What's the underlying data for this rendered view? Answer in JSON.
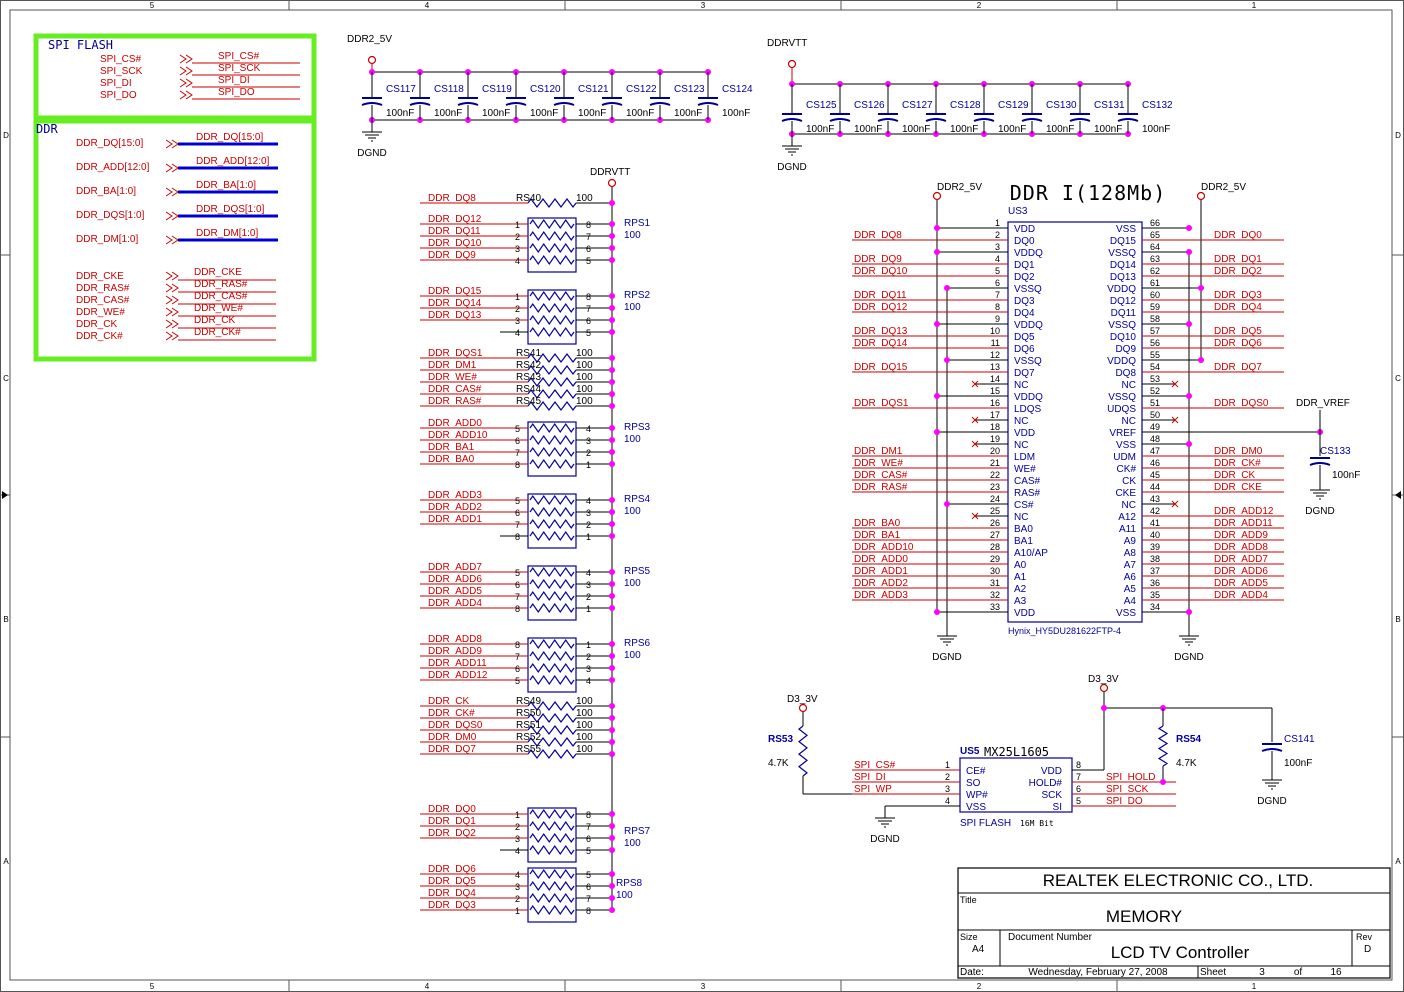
{
  "border": {
    "cols": [
      "5",
      "4",
      "3",
      "2",
      "1"
    ],
    "rows": [
      "D",
      "C",
      "B",
      "A"
    ]
  },
  "spi_box": {
    "title": "SPI FLASH",
    "ports": [
      "SPI_CS#",
      "SPI_SCK",
      "SPI_DI",
      "SPI_DO"
    ]
  },
  "ddr_box": {
    "title": "DDR",
    "bus_ports": [
      {
        "port": "DDR_DQ[15:0]",
        "net": "DDR_DQ[15:0]"
      },
      {
        "port": "DDR_ADD[12:0]",
        "net": "DDR_ADD[12:0]"
      },
      {
        "port": "DDR_BA[1:0]",
        "net": "DDR_BA[1:0]"
      },
      {
        "port": "DDR_DQS[1:0]",
        "net": "DDR_DQS[1:0]"
      },
      {
        "port": "DDR_DM[1:0]",
        "net": "DDR_DM[1:0]"
      }
    ],
    "ctrl_ports": [
      "DDR_CKE",
      "DDR_RAS#",
      "DDR_CAS#",
      "DDR_WE#",
      "DDR_CK",
      "DDR_CK#"
    ]
  },
  "decoupling": {
    "group1": {
      "rail": "DDR2_5V",
      "ground": "DGND",
      "caps": [
        "CS117",
        "CS118",
        "CS119",
        "CS120",
        "CS121",
        "CS122",
        "CS123",
        "CS124"
      ],
      "value": "100nF"
    },
    "group2": {
      "rail": "DDRVTT",
      "ground": "DGND",
      "caps": [
        "CS125",
        "CS126",
        "CS127",
        "CS128",
        "CS129",
        "CS130",
        "CS131",
        "CS132"
      ],
      "value": "100nF"
    }
  },
  "termination": {
    "rail": "DDRVTT",
    "rs40": {
      "ref": "RS40",
      "value": "100",
      "net": "DDR_DQ8"
    },
    "rps": [
      {
        "ref": "RPS1",
        "value": "100",
        "nets": [
          "DDR_DQ12",
          "DDR_DQ11",
          "DDR_DQ10",
          "DDR_DQ9"
        ],
        "lpins": [
          "1",
          "2",
          "3",
          "4"
        ],
        "rpins": [
          "8",
          "7",
          "6",
          "5"
        ]
      },
      {
        "ref": "RPS2",
        "value": "100",
        "nets": [
          "DDR_DQ15",
          "DDR_DQ14",
          "DDR_DQ13",
          ""
        ],
        "lpins": [
          "1",
          "2",
          "3",
          "4"
        ],
        "rpins": [
          "8",
          "7",
          "6",
          "5"
        ]
      },
      {
        "ref": "RPS3",
        "value": "100",
        "nets": [
          "DDR_ADD0",
          "DDR_ADD10",
          "DDR_BA1",
          "DDR_BA0"
        ],
        "lpins": [
          "5",
          "6",
          "7",
          "8"
        ],
        "rpins": [
          "4",
          "3",
          "2",
          "1"
        ]
      },
      {
        "ref": "RPS4",
        "value": "100",
        "nets": [
          "DDR_ADD3",
          "DDR_ADD2",
          "DDR_ADD1",
          ""
        ],
        "lpins": [
          "5",
          "6",
          "7",
          "8"
        ],
        "rpins": [
          "4",
          "3",
          "2",
          "1"
        ]
      },
      {
        "ref": "RPS5",
        "value": "100",
        "nets": [
          "DDR_ADD7",
          "DDR_ADD6",
          "DDR_ADD5",
          "DDR_ADD4"
        ],
        "lpins": [
          "5",
          "6",
          "7",
          "8"
        ],
        "rpins": [
          "4",
          "3",
          "2",
          "1"
        ]
      },
      {
        "ref": "RPS6",
        "value": "100",
        "nets": [
          "DDR_ADD8",
          "DDR_ADD9",
          "DDR_ADD11",
          "DDR_ADD12"
        ],
        "lpins": [
          "8",
          "7",
          "6",
          "5"
        ],
        "rpins": [
          "1",
          "2",
          "3",
          "4"
        ]
      },
      {
        "ref": "RPS7",
        "value": "100",
        "nets": [
          "DDR_DQ0",
          "DDR_DQ1",
          "DDR_DQ2",
          ""
        ],
        "lpins": [
          "1",
          "2",
          "3",
          "4"
        ],
        "rpins": [
          "8",
          "7",
          "6",
          "5"
        ]
      },
      {
        "ref": "RPS8",
        "value": "100",
        "nets": [
          "DDR_DQ6",
          "DDR_DQ5",
          "DDR_DQ4",
          "DDR_DQ3"
        ],
        "lpins": [
          "4",
          "3",
          "2",
          "1"
        ],
        "rpins": [
          "5",
          "6",
          "7",
          "8"
        ]
      }
    ],
    "singles1": [
      {
        "ref": "RS41",
        "value": "100",
        "net": "DDR_DQS1"
      },
      {
        "ref": "RS42",
        "value": "100",
        "net": "DDR_DM1"
      },
      {
        "ref": "RS43",
        "value": "100",
        "net": "DDR_WE#"
      },
      {
        "ref": "RS44",
        "value": "100",
        "net": "DDR_CAS#"
      },
      {
        "ref": "RS45",
        "value": "100",
        "net": "DDR_RAS#"
      }
    ],
    "singles2": [
      {
        "ref": "RS49",
        "value": "100",
        "net": "DDR_CK"
      },
      {
        "ref": "RS50",
        "value": "100",
        "net": "DDR_CK#"
      },
      {
        "ref": "RS51",
        "value": "100",
        "net": "DDR_DQS0"
      },
      {
        "ref": "RS52",
        "value": "100",
        "net": "DDR_DM0"
      },
      {
        "ref": "RS55",
        "value": "100",
        "net": "DDR_DQ7"
      }
    ]
  },
  "ddr_chip": {
    "title": "DDR I(128Mb)",
    "ref": "US3",
    "part": "Hynix_HY5DU281622FTP-4",
    "rail_left": "DDR2_5V",
    "rail_right": "DDR2_5V",
    "gnd_left": "DGND",
    "gnd_right": "DGND",
    "left_pins": [
      {
        "num": "1",
        "name": "VDD",
        "net": ""
      },
      {
        "num": "2",
        "name": "DQ0",
        "net": "DDR_DQ8"
      },
      {
        "num": "3",
        "name": "VDDQ",
        "net": ""
      },
      {
        "num": "4",
        "name": "DQ1",
        "net": "DDR_DQ9"
      },
      {
        "num": "5",
        "name": "DQ2",
        "net": "DDR_DQ10"
      },
      {
        "num": "6",
        "name": "VSSQ",
        "net": ""
      },
      {
        "num": "7",
        "name": "DQ3",
        "net": "DDR_DQ11"
      },
      {
        "num": "8",
        "name": "DQ4",
        "net": "DDR_DQ12"
      },
      {
        "num": "9",
        "name": "VDDQ",
        "net": ""
      },
      {
        "num": "10",
        "name": "DQ5",
        "net": "DDR_DQ13"
      },
      {
        "num": "11",
        "name": "DQ6",
        "net": "DDR_DQ14"
      },
      {
        "num": "12",
        "name": "VSSQ",
        "net": ""
      },
      {
        "num": "13",
        "name": "DQ7",
        "net": "DDR_DQ15"
      },
      {
        "num": "14",
        "name": "NC",
        "net": ""
      },
      {
        "num": "15",
        "name": "VDDQ",
        "net": ""
      },
      {
        "num": "16",
        "name": "LDQS",
        "net": "DDR_DQS1"
      },
      {
        "num": "17",
        "name": "NC",
        "net": ""
      },
      {
        "num": "18",
        "name": "VDD",
        "net": ""
      },
      {
        "num": "19",
        "name": "NC",
        "net": ""
      },
      {
        "num": "20",
        "name": "LDM",
        "net": "DDR_DM1"
      },
      {
        "num": "21",
        "name": "WE#",
        "net": "DDR_WE#"
      },
      {
        "num": "22",
        "name": "CAS#",
        "net": "DDR_CAS#"
      },
      {
        "num": "23",
        "name": "RAS#",
        "net": "DDR_RAS#"
      },
      {
        "num": "24",
        "name": "CS#",
        "net": ""
      },
      {
        "num": "25",
        "name": "NC",
        "net": ""
      },
      {
        "num": "26",
        "name": "BA0",
        "net": "DDR_BA0"
      },
      {
        "num": "27",
        "name": "BA1",
        "net": "DDR_BA1"
      },
      {
        "num": "28",
        "name": "A10/AP",
        "net": "DDR_ADD10"
      },
      {
        "num": "29",
        "name": "A0",
        "net": "DDR_ADD0"
      },
      {
        "num": "30",
        "name": "A1",
        "net": "DDR_ADD1"
      },
      {
        "num": "31",
        "name": "A2",
        "net": "DDR_ADD2"
      },
      {
        "num": "32",
        "name": "A3",
        "net": "DDR_ADD3"
      },
      {
        "num": "33",
        "name": "VDD",
        "net": ""
      }
    ],
    "right_pins": [
      {
        "num": "66",
        "name": "VSS",
        "net": ""
      },
      {
        "num": "65",
        "name": "DQ15",
        "net": "DDR_DQ0"
      },
      {
        "num": "64",
        "name": "VSSQ",
        "net": ""
      },
      {
        "num": "63",
        "name": "DQ14",
        "net": "DDR_DQ1"
      },
      {
        "num": "62",
        "name": "DQ13",
        "net": "DDR_DQ2"
      },
      {
        "num": "61",
        "name": "VDDQ",
        "net": ""
      },
      {
        "num": "60",
        "name": "DQ12",
        "net": "DDR_DQ3"
      },
      {
        "num": "59",
        "name": "DQ11",
        "net": "DDR_DQ4"
      },
      {
        "num": "58",
        "name": "VSSQ",
        "net": ""
      },
      {
        "num": "57",
        "name": "DQ10",
        "net": "DDR_DQ5"
      },
      {
        "num": "56",
        "name": "DQ9",
        "net": "DDR_DQ6"
      },
      {
        "num": "55",
        "name": "VDDQ",
        "net": ""
      },
      {
        "num": "54",
        "name": "DQ8",
        "net": "DDR_DQ7"
      },
      {
        "num": "53",
        "name": "NC",
        "net": ""
      },
      {
        "num": "52",
        "name": "VSSQ",
        "net": ""
      },
      {
        "num": "51",
        "name": "UDQS",
        "net": "DDR_DQS0"
      },
      {
        "num": "50",
        "name": "NC",
        "net": ""
      },
      {
        "num": "49",
        "name": "VREF",
        "net": ""
      },
      {
        "num": "48",
        "name": "VSS",
        "net": ""
      },
      {
        "num": "47",
        "name": "UDM",
        "net": "DDR_DM0"
      },
      {
        "num": "46",
        "name": "CK#",
        "net": "DDR_CK#"
      },
      {
        "num": "45",
        "name": "CK",
        "net": "DDR_CK"
      },
      {
        "num": "44",
        "name": "CKE",
        "net": "DDR_CKE"
      },
      {
        "num": "43",
        "name": "NC",
        "net": ""
      },
      {
        "num": "42",
        "name": "A12",
        "net": "DDR_ADD12"
      },
      {
        "num": "41",
        "name": "A11",
        "net": "DDR_ADD11"
      },
      {
        "num": "40",
        "name": "A9",
        "net": "DDR_ADD9"
      },
      {
        "num": "39",
        "name": "A8",
        "net": "DDR_ADD8"
      },
      {
        "num": "38",
        "name": "A7",
        "net": "DDR_ADD7"
      },
      {
        "num": "37",
        "name": "A6",
        "net": "DDR_ADD6"
      },
      {
        "num": "36",
        "name": "A5",
        "net": "DDR_ADD5"
      },
      {
        "num": "35",
        "name": "A4",
        "net": "DDR_ADD4"
      },
      {
        "num": "34",
        "name": "VSS",
        "net": ""
      }
    ],
    "vref": {
      "net": "DDR_VREF",
      "cap": "CS133",
      "value": "100nF",
      "ground": "DGND"
    }
  },
  "flash": {
    "ref": "US5",
    "part": "MX25L1605",
    "desc": "16M Bit",
    "name": "SPI FLASH",
    "rail": "D3_3V",
    "rail2": "D3_3V",
    "ground": "DGND",
    "left_pins": [
      {
        "num": "1",
        "name": "CE#",
        "net": "SPI_CS#"
      },
      {
        "num": "2",
        "name": "SO",
        "net": "SPI_DI"
      },
      {
        "num": "3",
        "name": "WP#",
        "net": "SPI_WP"
      },
      {
        "num": "4",
        "name": "VSS",
        "net": ""
      }
    ],
    "right_pins": [
      {
        "num": "8",
        "name": "VDD",
        "net": ""
      },
      {
        "num": "7",
        "name": "HOLD#",
        "net": "SPI_HOLD"
      },
      {
        "num": "6",
        "name": "SCK",
        "net": "SPI_SCK"
      },
      {
        "num": "5",
        "name": "SI",
        "net": "SPI_DO"
      }
    ],
    "rs53": {
      "ref": "RS53",
      "value": "4.7K"
    },
    "rs54": {
      "ref": "RS54",
      "value": "4.7K"
    },
    "cs141": {
      "ref": "CS141",
      "value": "100nF",
      "ground": "DGND"
    }
  },
  "title_block": {
    "company": "REALTEK  ELECTRONIC  CO.,  LTD.",
    "title_label": "Title",
    "title": "MEMORY",
    "size_label": "Size",
    "size": "A4",
    "docnum_label": "Document Number",
    "docnum": "LCD TV Controller",
    "rev_label": "Rev",
    "rev": "D",
    "date_label": "Date:",
    "date": "Wednesday, February 27, 2008",
    "sheet_label": "Sheet",
    "sheet": "3",
    "of_label": "of",
    "total": "16"
  },
  "colors": {
    "frame": "#000000",
    "net": "#cc0000",
    "wire": "#000000",
    "part": "#000099",
    "bus": "#0000cc",
    "junction": "#ff00ff",
    "highlight": "#66ee22"
  }
}
